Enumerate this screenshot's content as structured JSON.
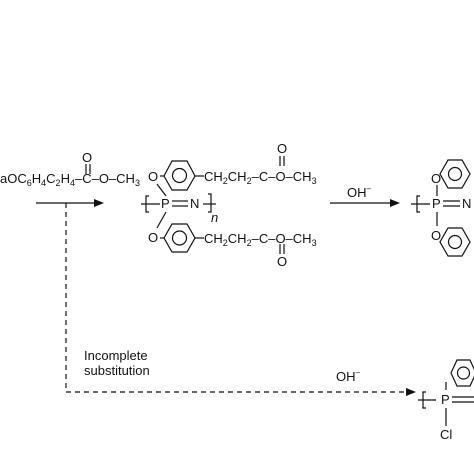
{
  "reagent": {
    "prefix": "aOC",
    "s1": "6",
    "h1": "H",
    "s2": "4",
    "c2": "C",
    "s3": "2",
    "h2": "H",
    "s4": "4",
    "c3": "–C–O–CH",
    "s5": "3",
    "oxygen": "O"
  },
  "polymer_full": {
    "o_top": "O",
    "o_bottom": "O",
    "p_n": "P",
    "n_atom": "N",
    "subscript_n": "n",
    "chain_top": "CH",
    "two": "2",
    "chain_mid": "CH",
    "chain_end": "–C–O–CH",
    "three": "3",
    "carbonyl_o": "O"
  },
  "step2": {
    "reagent": "OH",
    "minus": "–"
  },
  "partial": {
    "label_line1": "Incomplete",
    "label_line2": "substitution",
    "reagent": "OH",
    "minus": "–",
    "p_atom": "P",
    "cl_atom": "Cl"
  },
  "right_cut": {
    "o_top": "O",
    "o_bottom": "O",
    "p_atom": "P",
    "n_atom": "N"
  },
  "colors": {
    "ink": "#111111",
    "background": "#ffffff"
  }
}
